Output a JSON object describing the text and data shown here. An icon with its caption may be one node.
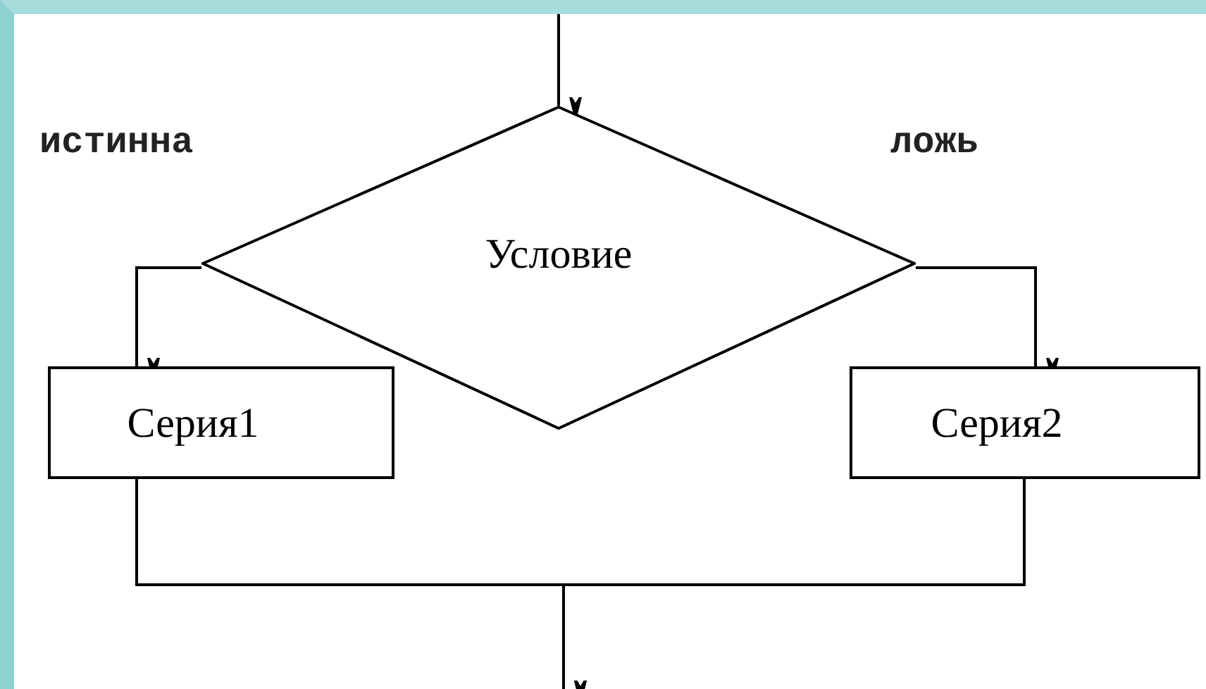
{
  "diagram": {
    "nodes": [
      {
        "text": [
          "Условие"
        ]
      },
      {
        "text": [
          "Серия1"
        ]
      },
      {
        "text": [
          "Серия2"
        ]
      }
    ],
    "edges": [
      {
        "from": null,
        "to": 0,
        "arrow": "to"
      },
      {
        "from": 0,
        "to": 1,
        "arrow": "to"
      },
      {
        "from": 0,
        "to": 2,
        "arrow": "to"
      },
      {
        "from": 1,
        "to": null,
        "arrow": "to"
      },
      {
        "from": 2,
        "to": null,
        "arrow": "to"
      }
    ],
    "labels": [
      "истинна",
      "ложь"
    ]
  }
}
